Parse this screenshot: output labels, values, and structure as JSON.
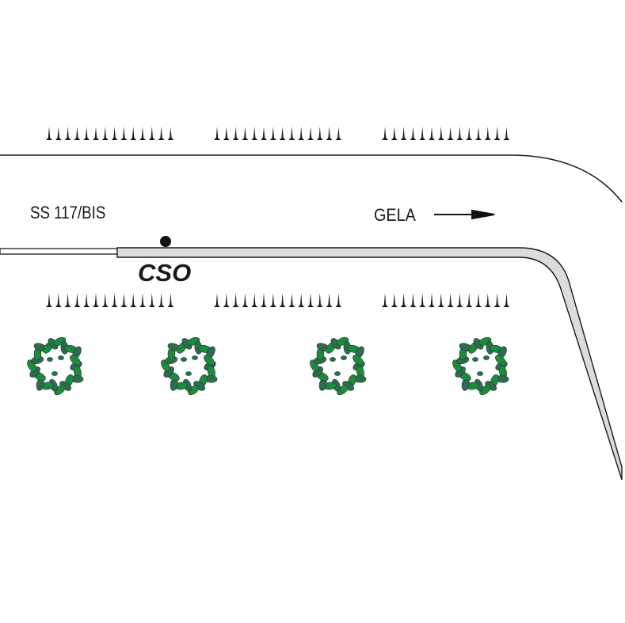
{
  "labels": {
    "road": "SS 117/BIS",
    "destination": "GELA",
    "station": "CSO"
  },
  "colors": {
    "pipe_fill": "#dcdcdc",
    "line": "#1a1a1a",
    "tree_dark": "#2f6b4f",
    "tree_light": "#1f8a3e"
  },
  "icons": [
    "spike-row",
    "tree",
    "arrow-right",
    "station-dot"
  ]
}
